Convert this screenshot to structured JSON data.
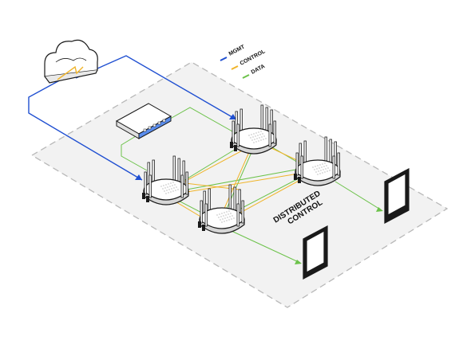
{
  "legend": [
    {
      "label": "MGMT",
      "color": "#1f4fd1"
    },
    {
      "label": "CONTROL",
      "color": "#f0b429"
    },
    {
      "label": "DATA",
      "color": "#6cc24a"
    }
  ],
  "region_label": {
    "line1": "DISTRIBUTED",
    "line2": "CONTROL"
  },
  "colors": {
    "mgmt": "#1f4fd1",
    "control": "#f0b429",
    "data": "#6cc24a",
    "outline": "#1a1a1a",
    "region_fill": "#f2f2f2",
    "region_border": "#b8b8b8",
    "switch_fill": "#5a8dee"
  },
  "icons": {
    "cloud": "cloud-icon",
    "switch": "network-switch-icon",
    "access_point": "access-point-icon",
    "client": "tablet-icon"
  }
}
